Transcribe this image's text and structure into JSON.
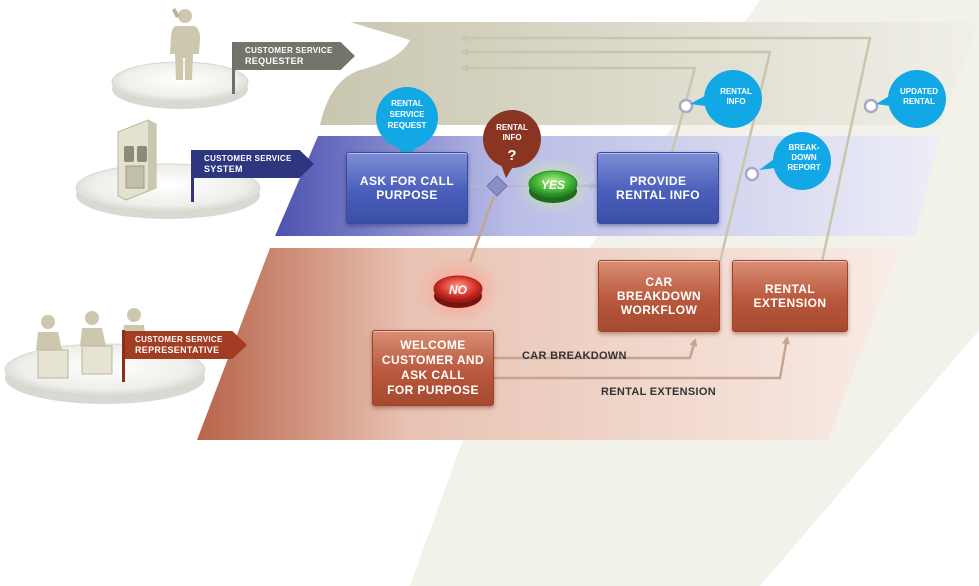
{
  "roles": {
    "requester": {
      "line1": "CUSTOMER SERVICE",
      "line2": "REQUESTER"
    },
    "system": {
      "line1": "CUSTOMER SERVICE",
      "line2": "SYSTEM"
    },
    "representative": {
      "line1": "CUSTOMER SERVICE",
      "line2": "REPRESENTATIVE"
    }
  },
  "tasks": {
    "ask_for_call_purpose": "ASK FOR CALL\nPURPOSE",
    "provide_rental_info": "PROVIDE\nRENTAL INFO",
    "welcome_customer": "WELCOME\nCUSTOMER AND\nASK CALL\nFOR PURPOSE",
    "car_breakdown_workflow": "CAR\nBREAKDOWN\nWORKFLOW",
    "rental_extension": "RENTAL\nEXTENSION"
  },
  "bubbles": {
    "rental_service_request": [
      "RENTAL",
      "SERVICE",
      "REQUEST"
    ],
    "rental_info_question": [
      "RENTAL",
      "INFO"
    ],
    "rental_info": [
      "RENTAL",
      "INFO"
    ],
    "breakdown_report": [
      "BREAK-",
      "DOWN",
      "REPORT"
    ],
    "updated_rental": [
      "UPDATED",
      "RENTAL"
    ]
  },
  "decision": {
    "yes": "YES",
    "no": "NO",
    "question_mark": "?"
  },
  "edges": {
    "car_breakdown": "CAR BREAKDOWN",
    "rental_extension": "RENTAL EXTENSION"
  },
  "colors": {
    "system_lane": "#8a8fd0",
    "representative_lane": "#c97a5f",
    "requester_lane": "#d8d5c4",
    "bubble": "#12a8e6",
    "yes_button": "#3fae3a",
    "no_button": "#d0302a",
    "decision_bubble": "#8a3422",
    "connector": "#c9c6ad"
  }
}
